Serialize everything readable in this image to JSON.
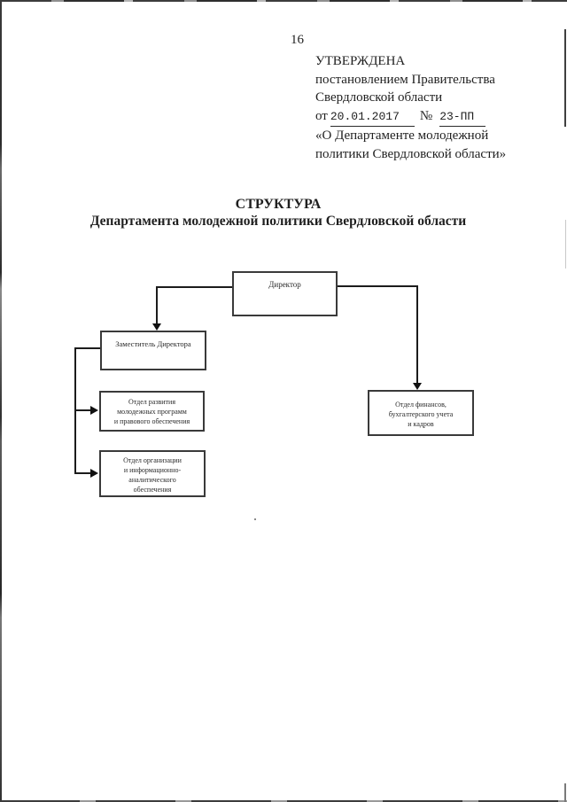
{
  "colors": {
    "ink": "#1f1f1f",
    "paper": "#ffffff"
  },
  "page": {
    "number": "16"
  },
  "approval": {
    "line1": "УТВЕРЖДЕНА",
    "line2": "постановлением Правительства",
    "line3": "Свердловской области",
    "date_prefix": "от",
    "date": "20.01.2017",
    "number_sign": "№",
    "doc_number": "23-ПП",
    "line5": "«О Департаменте молодежной",
    "line6": "политики Свердловской области»"
  },
  "title": {
    "line1": "СТРУКТУРА",
    "line2": "Департамента молодежной политики Свердловской области"
  },
  "org_chart": {
    "type": "org-chart",
    "nodes": [
      {
        "id": "director",
        "lines": [
          "Директор"
        ]
      },
      {
        "id": "deputy",
        "lines": [
          "Заместитель Директора"
        ]
      },
      {
        "id": "dept-development",
        "lines": [
          "Отдел развития",
          "молодежных программ",
          "и правового обеспечения"
        ]
      },
      {
        "id": "dept-organization",
        "lines": [
          "Отдел организации",
          "и информационно-",
          "аналитического",
          "обеспечения"
        ]
      },
      {
        "id": "dept-finance",
        "lines": [
          "Отдел финансов,",
          "бухгалтерского учета",
          "и кадров"
        ]
      }
    ],
    "edges": [
      {
        "from": "director",
        "to": "deputy"
      },
      {
        "from": "director",
        "to": "dept-finance"
      },
      {
        "from": "deputy",
        "to": "dept-development"
      },
      {
        "from": "deputy",
        "to": "dept-organization"
      }
    ]
  }
}
